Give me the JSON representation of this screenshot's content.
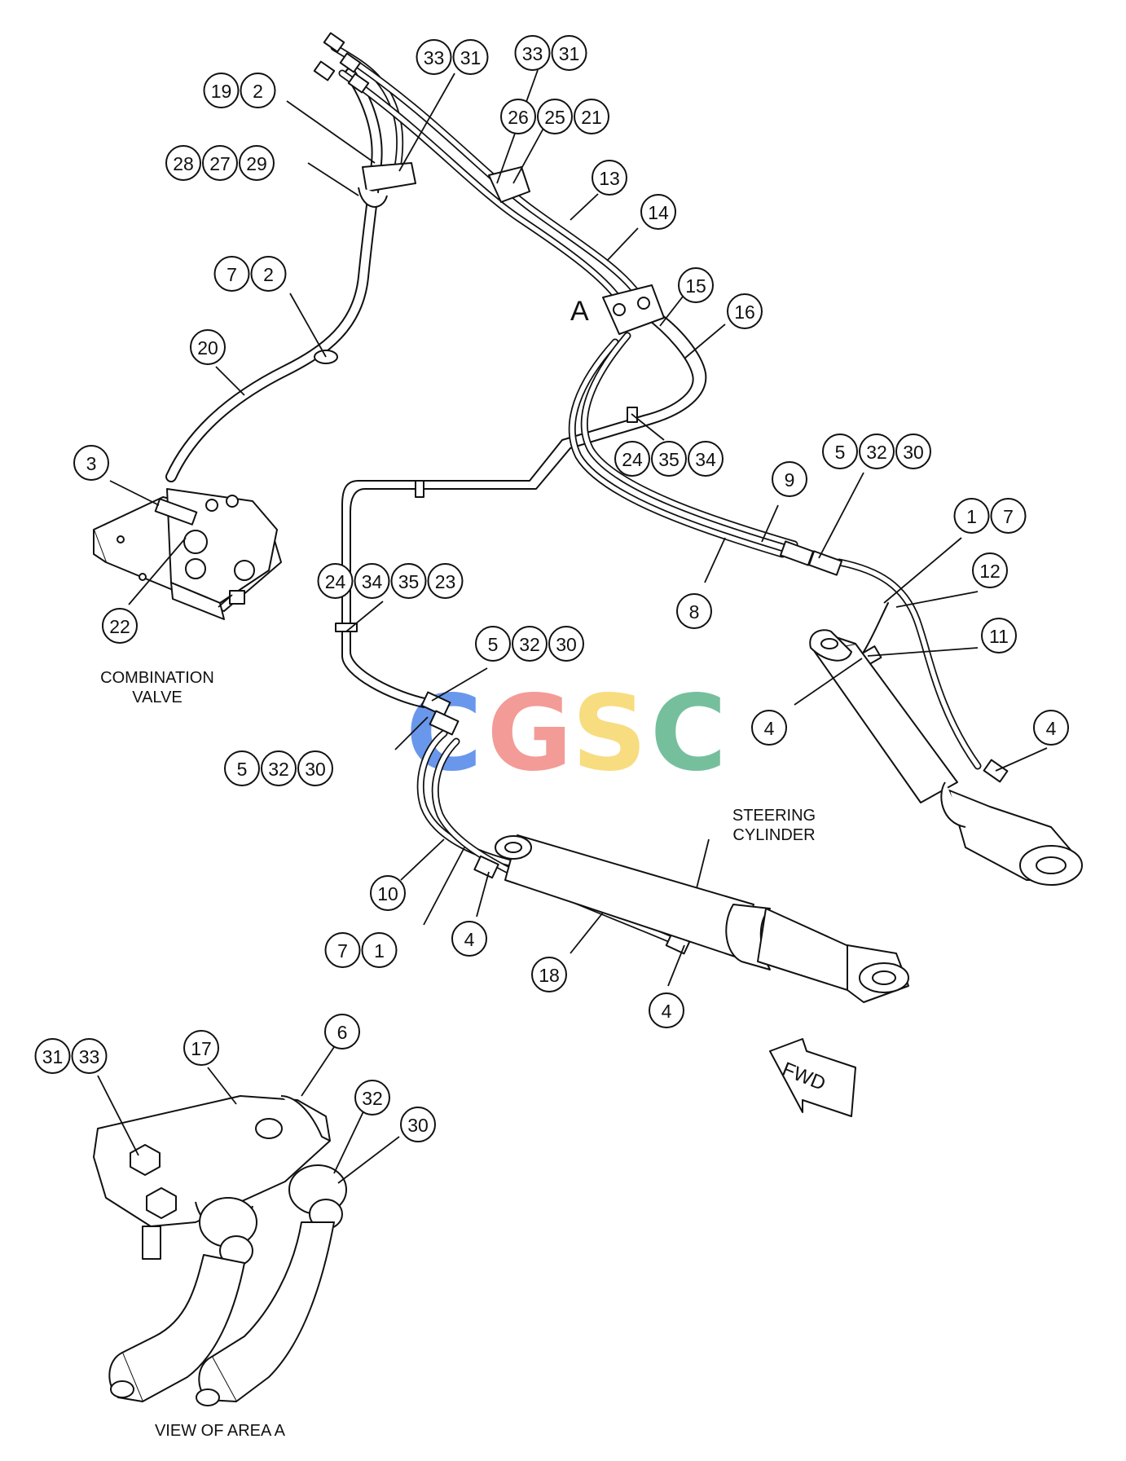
{
  "labels": {
    "combination_valve": [
      "COMBINATION",
      "VALVE"
    ],
    "steering_cylinder": [
      "STEERING",
      "CYLINDER"
    ],
    "view_of_area": "VIEW OF AREA A",
    "area_marker": "A",
    "fwd": "FWD"
  },
  "watermark": {
    "letters": [
      {
        "char": "C",
        "color": "#4f86e8"
      },
      {
        "char": "G",
        "color": "#f28a85"
      },
      {
        "char": "S",
        "color": "#f7d76a"
      },
      {
        "char": "C",
        "color": "#5fb48c"
      }
    ]
  },
  "callout_groups": [
    {
      "id": "g-33-31-a",
      "numbers": [
        "33",
        "31"
      ]
    },
    {
      "id": "g-33-31-b",
      "numbers": [
        "33",
        "31"
      ]
    },
    {
      "id": "g-19-2",
      "numbers": [
        "19",
        "2"
      ]
    },
    {
      "id": "g-26-25-21",
      "numbers": [
        "26",
        "25",
        "21"
      ]
    },
    {
      "id": "g-28-27-29",
      "numbers": [
        "28",
        "27",
        "29"
      ]
    },
    {
      "id": "g-13",
      "numbers": [
        "13"
      ]
    },
    {
      "id": "g-14",
      "numbers": [
        "14"
      ]
    },
    {
      "id": "g-7-2",
      "numbers": [
        "7",
        "2"
      ]
    },
    {
      "id": "g-15",
      "numbers": [
        "15"
      ]
    },
    {
      "id": "g-16",
      "numbers": [
        "16"
      ]
    },
    {
      "id": "g-20",
      "numbers": [
        "20"
      ]
    },
    {
      "id": "g-3",
      "numbers": [
        "3"
      ]
    },
    {
      "id": "g-24-35-34",
      "numbers": [
        "24",
        "35",
        "34"
      ]
    },
    {
      "id": "g-5-32-30-a",
      "numbers": [
        "5",
        "32",
        "30"
      ]
    },
    {
      "id": "g-9",
      "numbers": [
        "9"
      ]
    },
    {
      "id": "g-1-7-a",
      "numbers": [
        "1",
        "7"
      ]
    },
    {
      "id": "g-12",
      "numbers": [
        "12"
      ]
    },
    {
      "id": "g-24-34-35-23",
      "numbers": [
        "24",
        "34",
        "35",
        "23"
      ]
    },
    {
      "id": "g-8",
      "numbers": [
        "8"
      ]
    },
    {
      "id": "g-22",
      "numbers": [
        "22"
      ]
    },
    {
      "id": "g-5-32-30-b",
      "numbers": [
        "5",
        "32",
        "30"
      ]
    },
    {
      "id": "g-11",
      "numbers": [
        "11"
      ]
    },
    {
      "id": "g-4-a",
      "numbers": [
        "4"
      ]
    },
    {
      "id": "g-4-b",
      "numbers": [
        "4"
      ]
    },
    {
      "id": "g-5-32-30-c",
      "numbers": [
        "5",
        "32",
        "30"
      ]
    },
    {
      "id": "g-10",
      "numbers": [
        "10"
      ]
    },
    {
      "id": "g-7-1-b",
      "numbers": [
        "7",
        "1"
      ]
    },
    {
      "id": "g-4-c",
      "numbers": [
        "4"
      ]
    },
    {
      "id": "g-18",
      "numbers": [
        "18"
      ]
    },
    {
      "id": "g-4-d",
      "numbers": [
        "4"
      ]
    },
    {
      "id": "g-31-33-c",
      "numbers": [
        "31",
        "33"
      ]
    },
    {
      "id": "g-17",
      "numbers": [
        "17"
      ]
    },
    {
      "id": "g-6",
      "numbers": [
        "6"
      ]
    },
    {
      "id": "g-32",
      "numbers": [
        "32"
      ]
    },
    {
      "id": "g-30",
      "numbers": [
        "30"
      ]
    }
  ]
}
